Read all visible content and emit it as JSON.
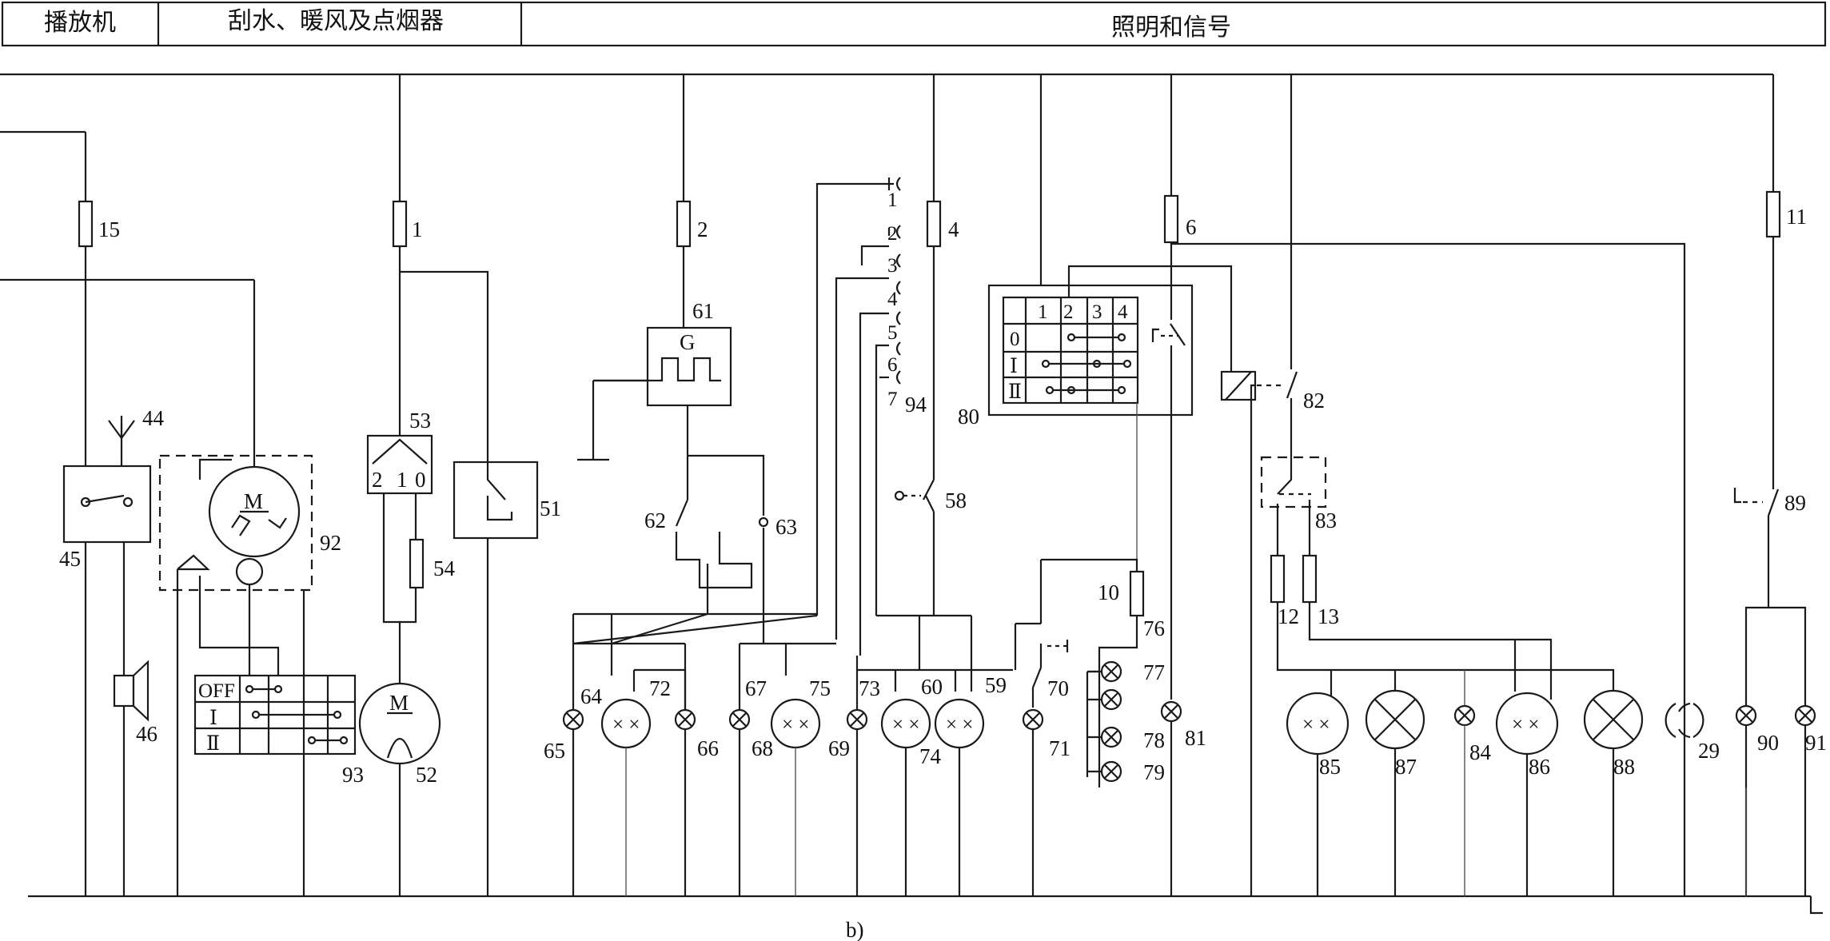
{
  "header": {
    "sections": [
      "播放机",
      "刮水、暖风及点烟器",
      "照明和信号"
    ]
  },
  "caption": "b)",
  "labels": {
    "n1": "1",
    "n2": "2",
    "n4": "4",
    "n6": "6",
    "n10": "10",
    "n11": "11",
    "n12": "12",
    "n13": "13",
    "n15": "15",
    "n29": "29",
    "n44": "44",
    "n45": "45",
    "n46": "46",
    "n51": "51",
    "n52": "52",
    "n53": "53",
    "n54": "54",
    "n58": "58",
    "n59": "59",
    "n60": "60",
    "n61": "61",
    "n62": "62",
    "n63": "63",
    "n64": "64",
    "n65": "65",
    "n66": "66",
    "n67": "67",
    "n68": "68",
    "n69": "69",
    "n70": "70",
    "n71": "71",
    "n72": "72",
    "n73": "73",
    "n74": "74",
    "n75": "75",
    "n76": "76",
    "n77": "77",
    "n78": "78",
    "n79": "79",
    "n80": "80",
    "n81": "81",
    "n82": "82",
    "n83": "83",
    "n84": "84",
    "n85": "85",
    "n86": "86",
    "n87": "87",
    "n88": "88",
    "n89": "89",
    "n90": "90",
    "n91": "91",
    "n92": "92",
    "n93": "93",
    "n94": "94"
  },
  "motor_symbol": "M",
  "generator_symbol": "G",
  "switch53_positions": [
    "2",
    "1",
    "0"
  ],
  "switch93_positions": [
    "OFF",
    "Ⅰ",
    "Ⅱ"
  ],
  "switch80": {
    "columns": [
      "1",
      "2",
      "3",
      "4"
    ],
    "rows": [
      "0",
      "Ⅰ",
      "Ⅱ"
    ]
  },
  "switch94_terminals": [
    "1",
    "2",
    "3",
    "4",
    "5",
    "6",
    "7"
  ],
  "dual_lamp_mark": "× ×"
}
